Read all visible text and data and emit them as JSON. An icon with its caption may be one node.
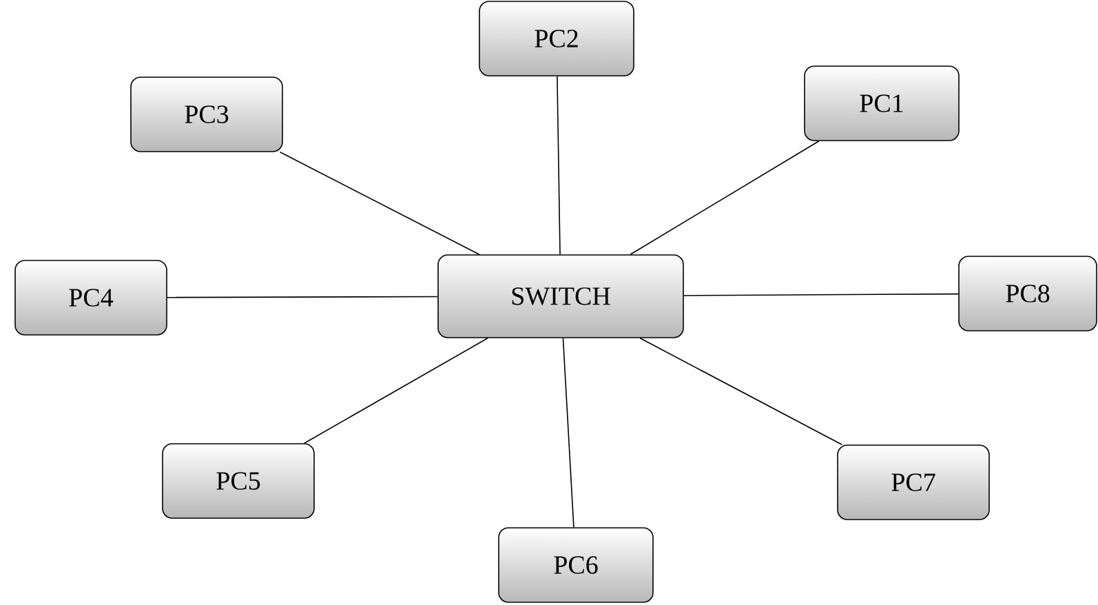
{
  "diagram": {
    "nodes": [
      {
        "text": [
          "SWITCH"
        ]
      },
      {
        "text": [
          "PC1"
        ]
      },
      {
        "text": [
          "PC2"
        ]
      },
      {
        "text": [
          "PC3"
        ]
      },
      {
        "text": [
          "PC4"
        ]
      },
      {
        "text": [
          "PC5"
        ]
      },
      {
        "text": [
          "PC6"
        ]
      },
      {
        "text": [
          "PC7"
        ]
      },
      {
        "text": [
          "PC8"
        ]
      }
    ],
    "edges": [
      {
        "from": 0,
        "to": 1,
        "arrow": "none"
      },
      {
        "from": 0,
        "to": 2,
        "arrow": "none"
      },
      {
        "from": 0,
        "to": 3,
        "arrow": "none"
      },
      {
        "from": 0,
        "to": 4,
        "arrow": "none"
      },
      {
        "from": 0,
        "to": 5,
        "arrow": "none"
      },
      {
        "from": 0,
        "to": 6,
        "arrow": "none"
      },
      {
        "from": 0,
        "to": 7,
        "arrow": "none"
      },
      {
        "from": 0,
        "to": 8,
        "arrow": "none"
      }
    ]
  }
}
